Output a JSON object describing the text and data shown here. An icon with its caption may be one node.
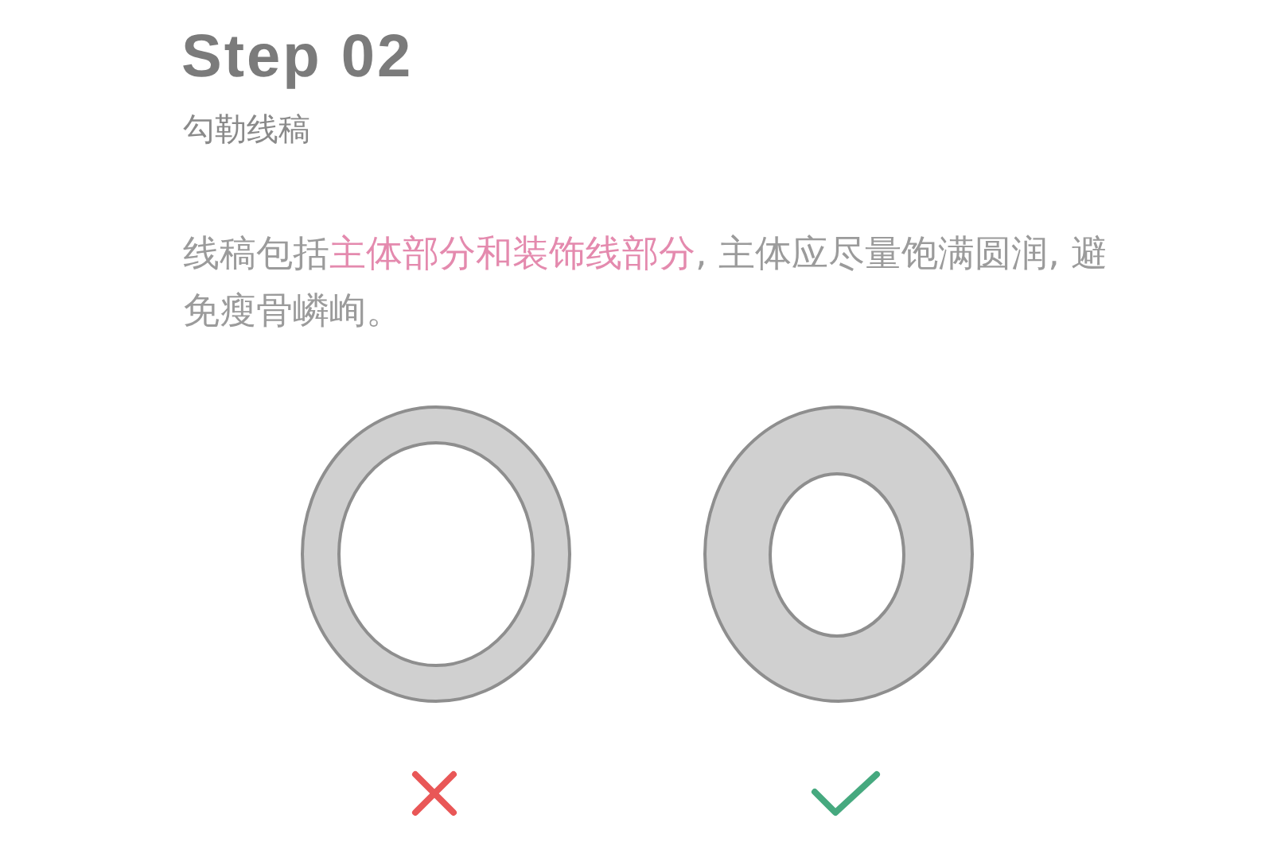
{
  "diagram": {
    "title": "Step 02",
    "labels": [
      "勾勒线稿",
      "线稿包括**主体部分和装饰线部分**, 主体应尽量饱满圆润, 避免瘦骨嶙峋。"
    ]
  }
}
